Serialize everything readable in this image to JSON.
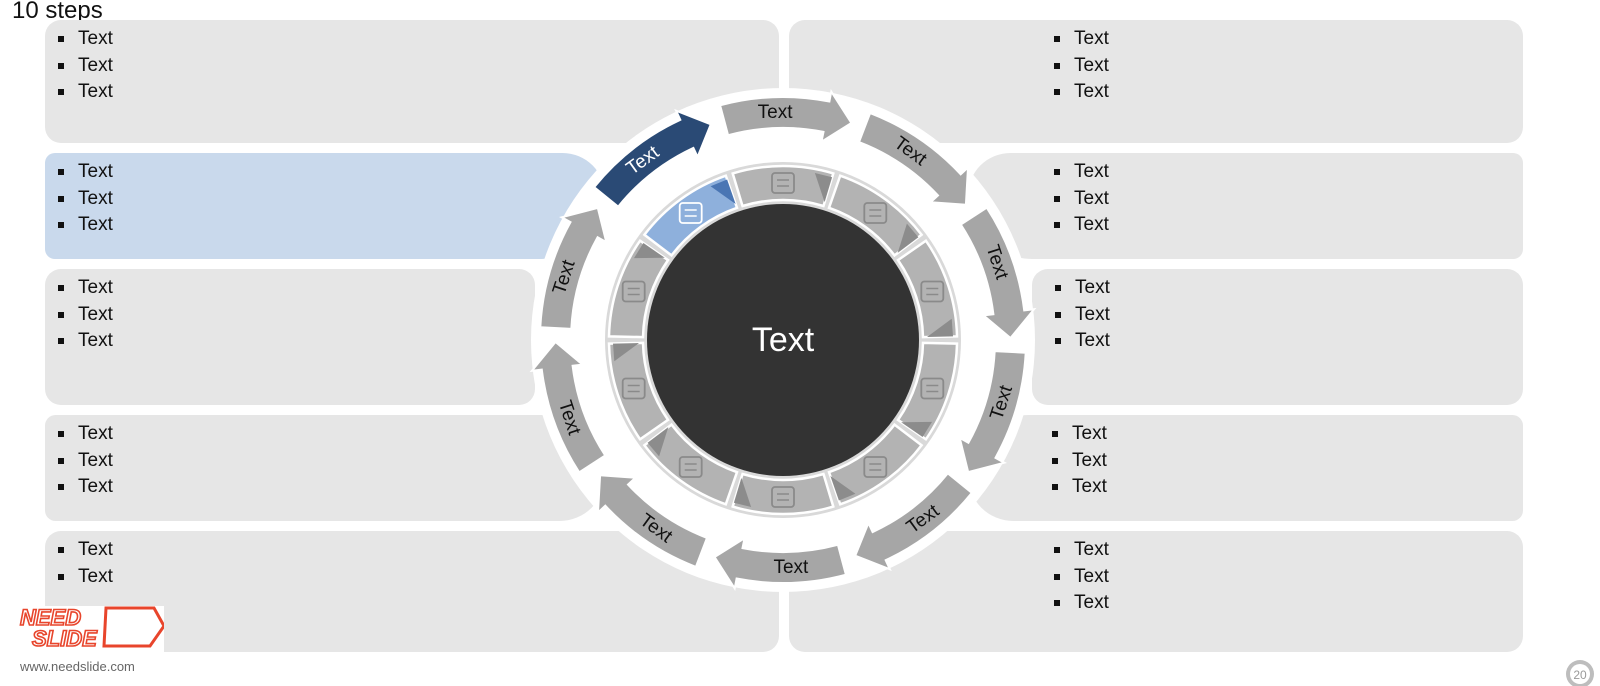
{
  "slide": {
    "title": "10 steps",
    "center_label": "Text",
    "page_number": "20"
  },
  "left_panels": [
    {
      "items": [
        "Text",
        "Text",
        "Text"
      ]
    },
    {
      "items": [
        "Text",
        "Text",
        "Text"
      ],
      "active": true
    },
    {
      "items": [
        "Text",
        "Text",
        "Text"
      ]
    },
    {
      "items": [
        "Text",
        "Text",
        "Text"
      ]
    },
    {
      "items": [
        "Text",
        "Text"
      ]
    }
  ],
  "right_panels": [
    {
      "items": [
        "Text",
        "Text",
        "Text"
      ]
    },
    {
      "items": [
        "Text",
        "Text",
        "Text"
      ]
    },
    {
      "items": [
        "Text",
        "Text",
        "Text"
      ]
    },
    {
      "items": [
        "Text",
        "Text",
        "Text"
      ]
    },
    {
      "items": [
        "Text",
        "Text",
        "Text"
      ]
    }
  ],
  "steps": [
    {
      "label": "Text",
      "icon": "briefcase-icon"
    },
    {
      "label": "Text",
      "icon": "calculator-finance-icon"
    },
    {
      "label": "Text",
      "icon": "bar-chart-icon"
    },
    {
      "label": "Text",
      "icon": "pie-chart-icon"
    },
    {
      "label": "Text",
      "icon": "document-icon"
    },
    {
      "label": "Text",
      "icon": "currency-exchange-icon"
    },
    {
      "label": "Text",
      "icon": "pos-terminal-icon"
    },
    {
      "label": "Text",
      "icon": "contract-icon"
    },
    {
      "label": "Text",
      "icon": "gears-icon"
    },
    {
      "label": "Text",
      "icon": "settings-screen-icon",
      "active": true
    }
  ],
  "colors": {
    "panel": "#e6e6e6",
    "panel_active": "#c9d9ec",
    "arrow": "#a6a6a6",
    "arrow_active": "#2a4a75",
    "segment": "#b3b3b3",
    "segment_active": "#8eb0dc",
    "hub": "#333333"
  },
  "logo": {
    "line1": "NEED",
    "line2": "SLIDE",
    "url": "www.needslide.com"
  }
}
